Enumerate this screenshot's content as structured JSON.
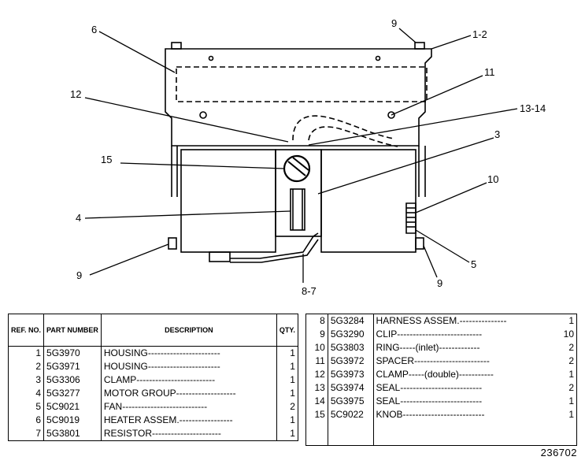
{
  "callouts": {
    "c6": "6",
    "c9_top": "9",
    "c1_2": "1-2",
    "c11": "11",
    "c12": "12",
    "c13_14": "13-14",
    "c3": "3",
    "c15": "15",
    "c10": "10",
    "c4": "4",
    "c5": "5",
    "c9_left": "9",
    "c8_7": "8-7",
    "c9_bottom": "9"
  },
  "parts_table_left": {
    "headers": {
      "ref": "REF. NO.",
      "part": "PART NUMBER",
      "desc": "DESCRIPTION",
      "qty": "QTY."
    },
    "rows": [
      {
        "ref": "1",
        "part": "5G3970",
        "desc": "HOUSING-----------------------",
        "qty": "1"
      },
      {
        "ref": "2",
        "part": "5G3971",
        "desc": "HOUSING-----------------------",
        "qty": "1"
      },
      {
        "ref": "3",
        "part": "5G3306",
        "desc": "CLAMP-------------------------",
        "qty": "1"
      },
      {
        "ref": "4",
        "part": "5G3277",
        "desc": "MOTOR GROUP-------------------",
        "qty": "1"
      },
      {
        "ref": "5",
        "part": "5C9021",
        "desc": "FAN---------------------------",
        "qty": "2"
      },
      {
        "ref": "6",
        "part": "5C9019",
        "desc": "HEATER ASSEM.-----------------",
        "qty": "1"
      },
      {
        "ref": "7",
        "part": "5G3801",
        "desc": "RESISTOR----------------------",
        "qty": "1"
      }
    ]
  },
  "parts_table_right": {
    "rows": [
      {
        "ref": "8",
        "part": "5G3284",
        "desc": "HARNESS ASSEM.---------------",
        "qty": "1"
      },
      {
        "ref": "9",
        "part": "5G3290",
        "desc": "CLIP---------------------------",
        "qty": "10"
      },
      {
        "ref": "10",
        "part": "5G3803",
        "desc": "RING-----(inlet)-------------",
        "qty": "2"
      },
      {
        "ref": "11",
        "part": "5G3972",
        "desc": "SPACER------------------------",
        "qty": "2"
      },
      {
        "ref": "12",
        "part": "5G3973",
        "desc": "CLAMP-----(double)-----------",
        "qty": "1"
      },
      {
        "ref": "13",
        "part": "5G3974",
        "desc": "SEAL--------------------------",
        "qty": "2"
      },
      {
        "ref": "14",
        "part": "5G3975",
        "desc": "SEAL--------------------------",
        "qty": "1"
      },
      {
        "ref": "15",
        "part": "5C9022",
        "desc": "KNOB--------------------------",
        "qty": "1"
      }
    ]
  },
  "figure_number": "236702"
}
